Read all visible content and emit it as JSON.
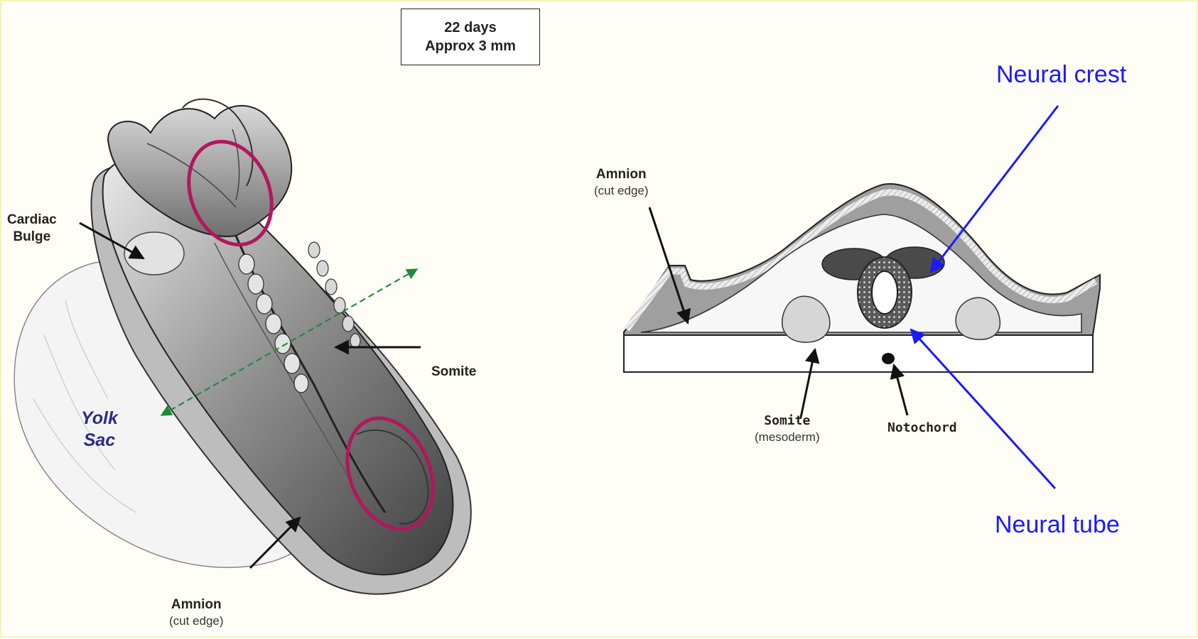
{
  "info_box": {
    "line1": "22 days",
    "line2": "Approx 3 mm"
  },
  "left_figure": {
    "cardiac": {
      "line1": "Cardiac",
      "line2": "Bulge"
    },
    "somite": "Somite",
    "yolk_sac": {
      "line1": "Yolk",
      "line2": "Sac"
    },
    "amnion": {
      "line1": "Amnion",
      "line2": "(cut edge)"
    },
    "highlight_color": "#b3165e",
    "section_line_color": "#1f8a3c"
  },
  "right_figure": {
    "amnion": {
      "line1": "Amnion",
      "line2": "(cut edge)"
    },
    "somite": {
      "line1": "Somite",
      "line2": "(mesoderm)"
    },
    "notochord": "Notochord",
    "neural_crest": "Neural crest",
    "neural_tube": "Neural tube",
    "pointer_color": "#1a1aff"
  }
}
